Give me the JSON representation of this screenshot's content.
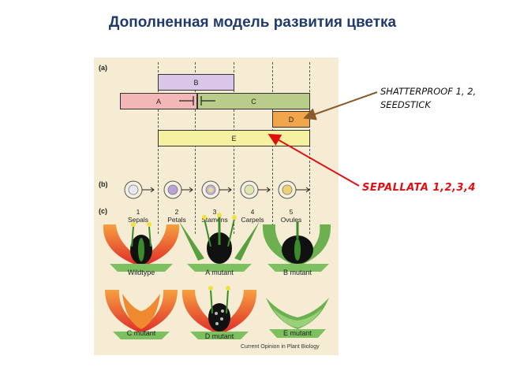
{
  "title": "Дополненная модель развития цветка",
  "panel": {
    "label_a": "(a)",
    "label_b": "(b)",
    "label_c": "(c)",
    "bars": {
      "B": "B",
      "A": "A",
      "C": "C",
      "D": "D",
      "E": "E"
    },
    "whorls": [
      {
        "num": "1",
        "name": "Sepals"
      },
      {
        "num": "2",
        "name": "Petals"
      },
      {
        "num": "3",
        "name": "Stamens"
      },
      {
        "num": "4",
        "name": "Carpels"
      },
      {
        "num": "5",
        "name": "Ovules"
      }
    ],
    "flowers": [
      "Wildtype",
      "A mutant",
      "B mutant",
      "C mutant",
      "D mutant",
      "E mutant"
    ],
    "credit": "Current Opinion in Plant Biology"
  },
  "annotations": {
    "shatterproof_line1": "SHATTERPROOF 1, 2,",
    "shatterproof_line2": "SEEDSTICK",
    "sepallata": "SEPALLATA 1,2,3,4"
  },
  "colors": {
    "title": "#1f3a6b",
    "panel_bg": "#f5ecd3",
    "bar_A": "#f4b7b7",
    "bar_B": "#d9c6e8",
    "bar_C": "#b9cc8a",
    "bar_D": "#f0a54a",
    "bar_E": "#f6f1a0",
    "arrow_brown": "#8b5a2b",
    "arrow_red": "#e01010"
  }
}
